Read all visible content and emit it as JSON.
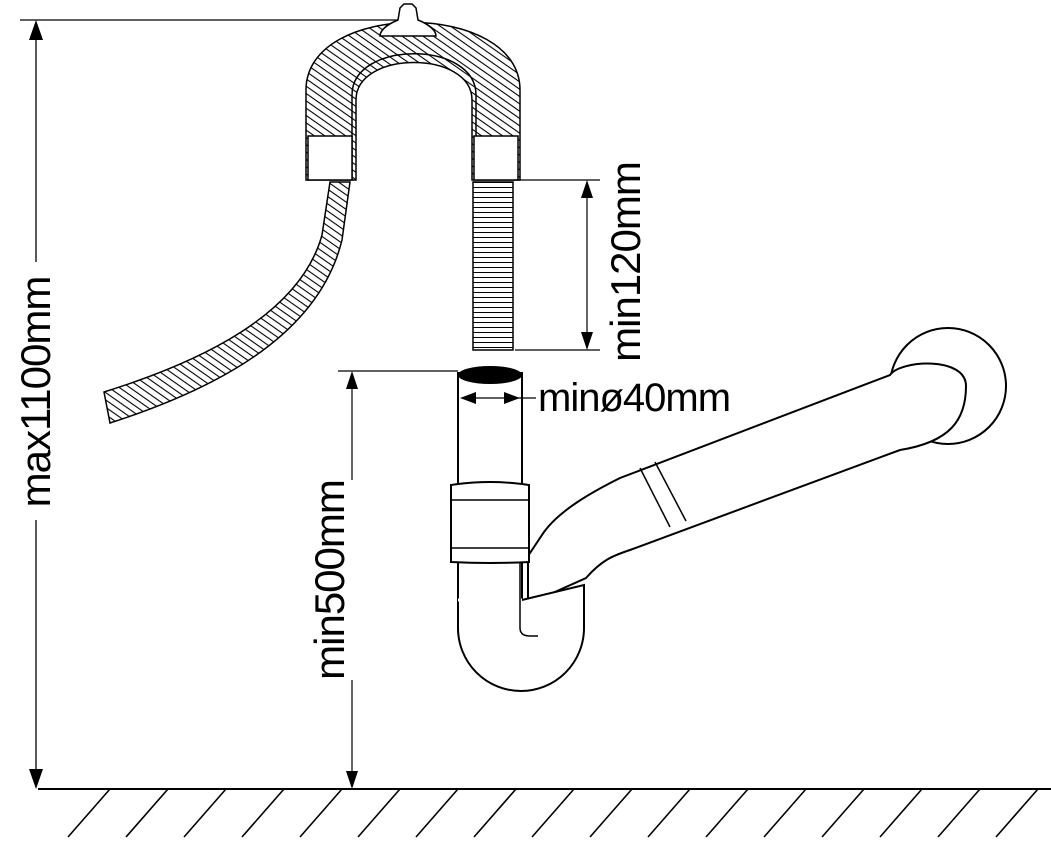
{
  "diagram": {
    "labels": {
      "max_height": "max1100mm",
      "min_hook_drop": "min120mm",
      "min_standpipe_height": "min500mm",
      "min_diameter_prefix": "min",
      "diameter_symbol": "ø",
      "min_diameter_value": "40mm"
    },
    "colors": {
      "line": "#000000",
      "background": "#ffffff"
    }
  }
}
